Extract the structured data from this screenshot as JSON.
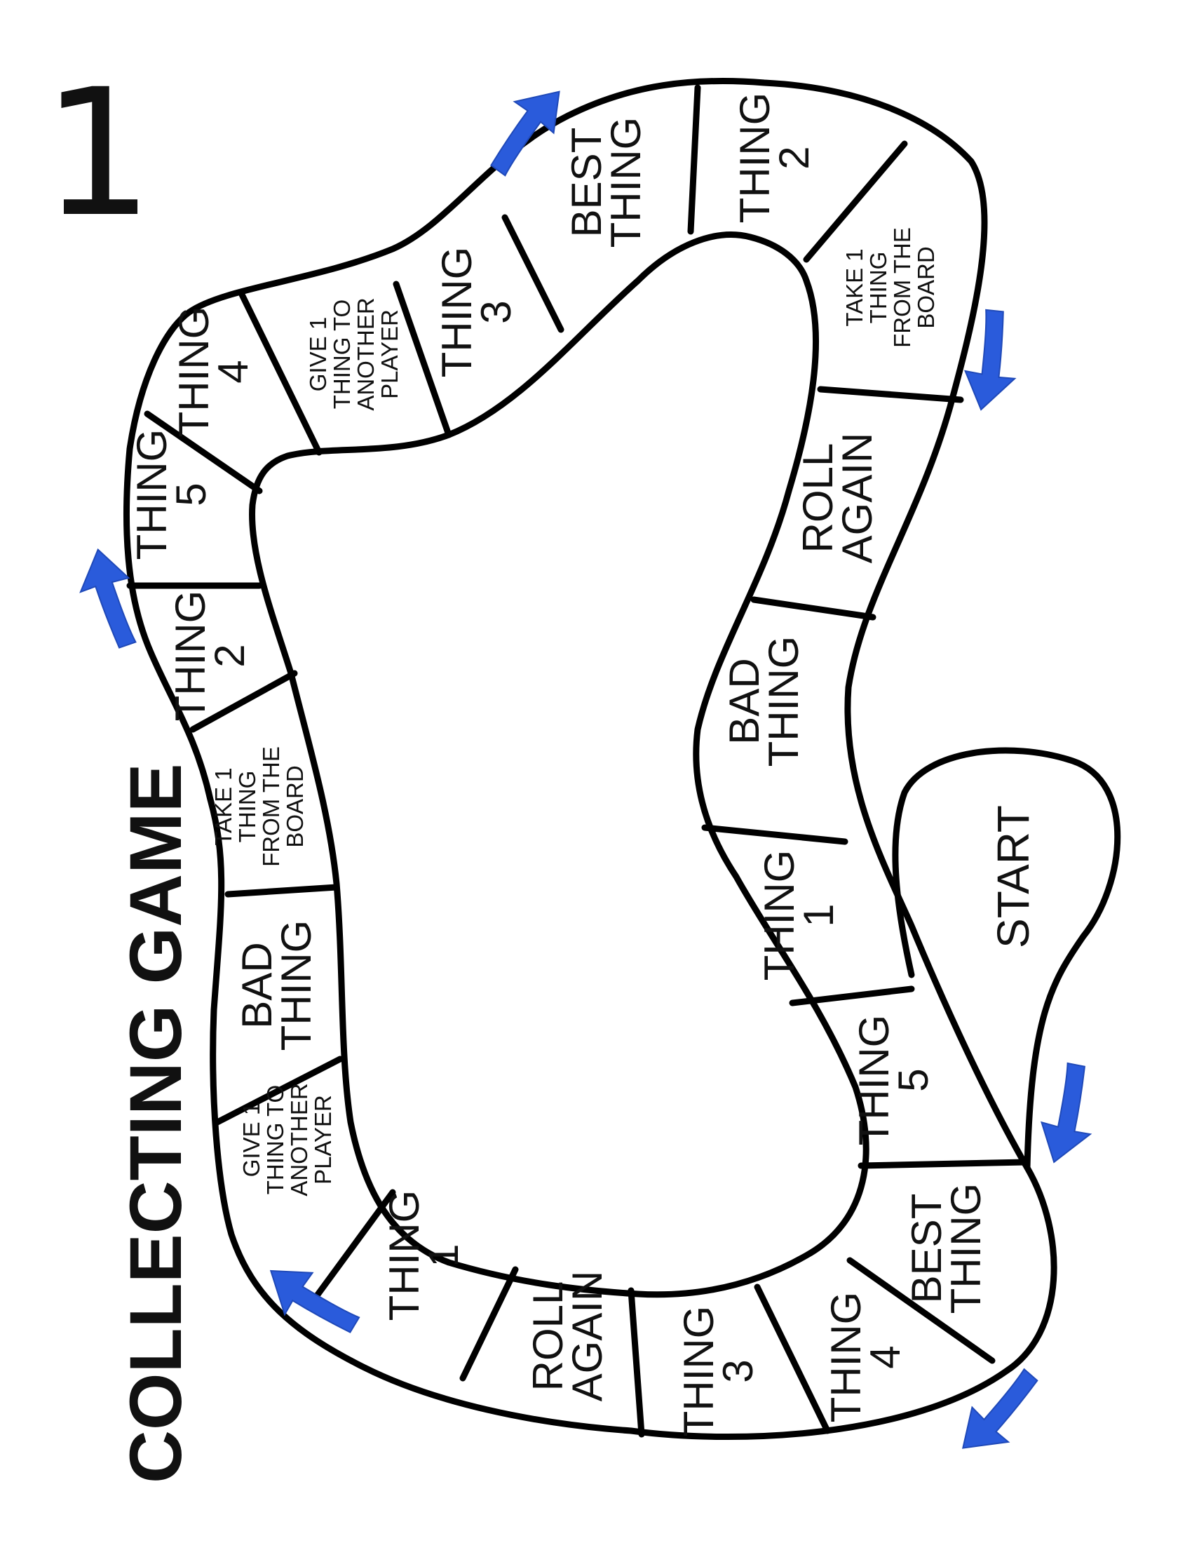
{
  "page_number": "1",
  "title": "COLLECTING GAME",
  "start_label": "START",
  "arrow_color": "#2a5bdb",
  "spaces": [
    {
      "lines": [
        "THING",
        "5"
      ]
    },
    {
      "lines": [
        "BEST",
        "THING"
      ]
    },
    {
      "lines": [
        "THING",
        "4"
      ]
    },
    {
      "lines": [
        "THING",
        "3"
      ]
    },
    {
      "lines": [
        "ROLL",
        "AGAIN"
      ]
    },
    {
      "lines": [
        "THING",
        "1"
      ]
    },
    {
      "lines": [
        "GIVE 1",
        "THING TO",
        "ANOTHER",
        "PLAYER"
      ]
    },
    {
      "lines": [
        "BAD",
        "THING"
      ]
    },
    {
      "lines": [
        "TAKE 1",
        "THING",
        "FROM THE",
        "BOARD"
      ]
    },
    {
      "lines": [
        "THING",
        "2"
      ]
    },
    {
      "lines": [
        "THING",
        "5"
      ]
    },
    {
      "lines": [
        "THING",
        "4"
      ]
    },
    {
      "lines": [
        "GIVE 1",
        "THING TO",
        "ANOTHER",
        "PLAYER"
      ]
    },
    {
      "lines": [
        "THING",
        "3"
      ]
    },
    {
      "lines": [
        "BEST",
        "THING"
      ]
    },
    {
      "lines": [
        "THING",
        "2"
      ]
    },
    {
      "lines": [
        "TAKE 1",
        "THING",
        "FROM THE",
        "BOARD"
      ]
    },
    {
      "lines": [
        "ROLL",
        "AGAIN"
      ]
    },
    {
      "lines": [
        "BAD",
        "THING"
      ]
    },
    {
      "lines": [
        "THING",
        "1"
      ]
    }
  ],
  "arrows": [
    {
      "name": "arrow-up-right-icon"
    },
    {
      "name": "arrow-down-right-icon"
    },
    {
      "name": "arrow-up-left-icon"
    },
    {
      "name": "arrow-up-icon"
    },
    {
      "name": "arrow-down-left-icon"
    },
    {
      "name": "arrow-down-icon"
    }
  ]
}
